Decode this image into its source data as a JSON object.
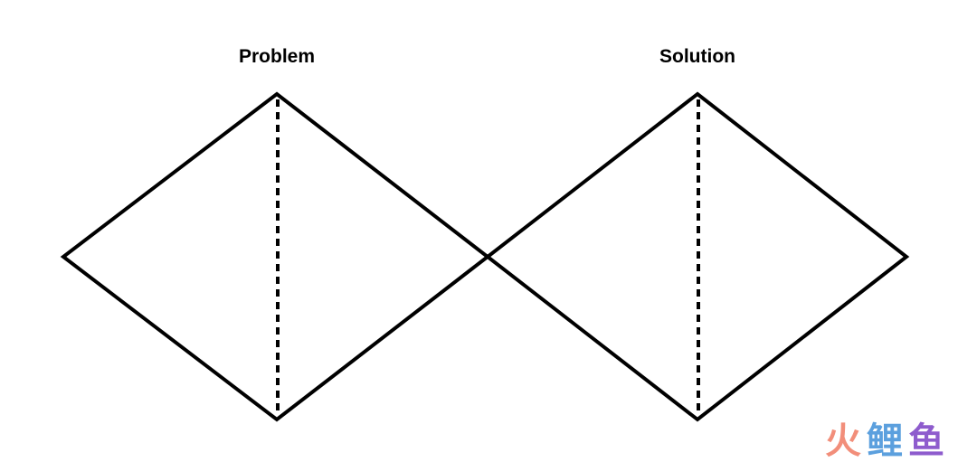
{
  "diagram": {
    "type": "double-diamond",
    "stroke_color": "#000000",
    "background": "#ffffff",
    "diamonds": [
      {
        "label": "Problem",
        "divider": "dashed-vertical"
      },
      {
        "label": "Solution",
        "divider": "dashed-vertical"
      }
    ]
  },
  "watermark": {
    "text": "火鲤鱼",
    "colors": [
      "#f07a63",
      "#3f8fd8",
      "#7a3fc4"
    ]
  }
}
